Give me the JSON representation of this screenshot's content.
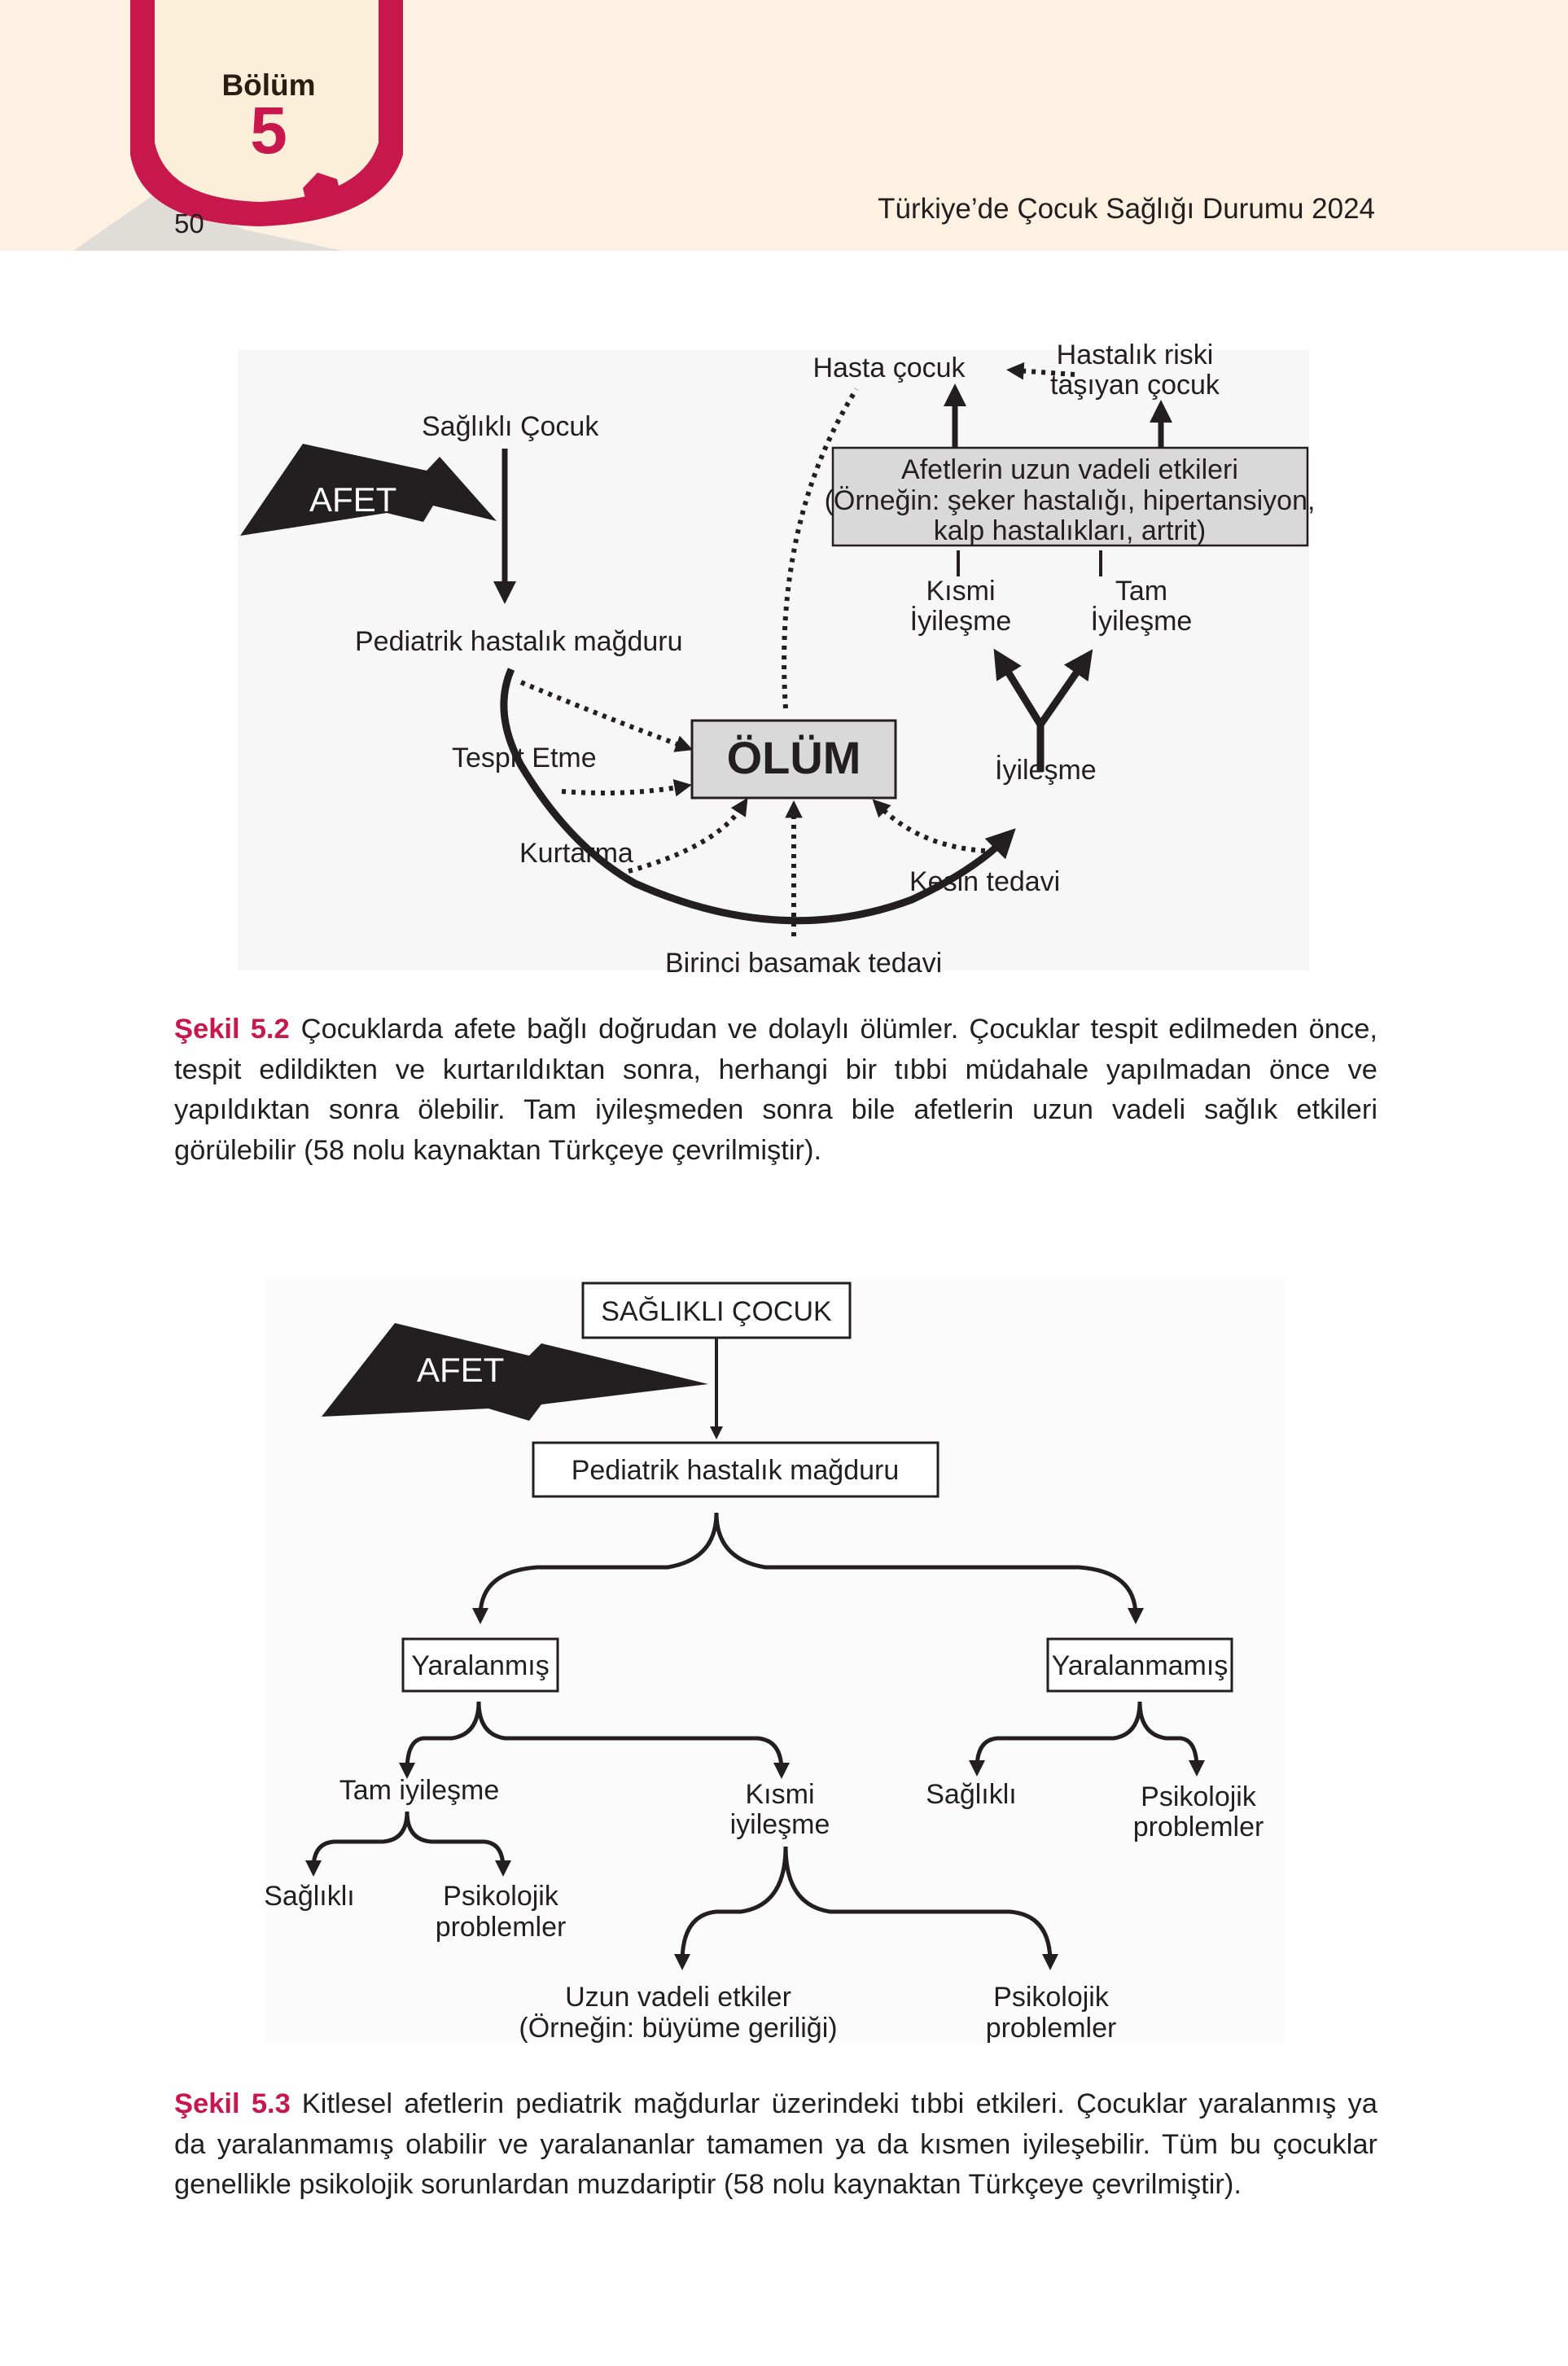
{
  "header": {
    "chapter_word": "Bölüm",
    "chapter_number": "5",
    "page_number": "50",
    "running_title": "Türkiye’de Çocuk Sağlığı Durumu 2024",
    "colors": {
      "accent": "#c8174c",
      "band": "#fdf2e2",
      "tab": "#fcefd9"
    }
  },
  "figure_5_2": {
    "afet": "AFET",
    "saglikli_cocuk": "Sağlıklı Çocuk",
    "pediatrik": "Pediatrik hastalık mağduru",
    "hasta_cocuk": "Hasta çocuk",
    "risk_line1": "Hastalık riski",
    "risk_line2": "taşıyan çocuk",
    "box_line1": "Afetlerin uzun vadeli etkileri",
    "box_line2": "(Örneğin: şeker hastalığı, hipertansiyon,",
    "box_line3": "kalp hastalıkları, artrit)",
    "kismi_line1": "Kısmi",
    "kismi_line2": "İyileşme",
    "tam_line1": "Tam",
    "tam_line2": "İyileşme",
    "olum": "ÖLÜM",
    "tespit": "Tespit Etme",
    "iyilesme": "İyileşme",
    "kurtarma": "Kurtarma",
    "kesin_tedavi": "Kesin tedavi",
    "birinci": "Birinci basamak tedavi"
  },
  "caption_5_2": {
    "label": "Şekil 5.2",
    "text": "Çocuklarda afete bağlı doğrudan ve dolaylı ölümler. Çocuklar tespit edilmeden önce, tespit edildikten ve kurtarıldıktan sonra, herhangi bir tıbbi müdahale yapılmadan önce ve yapıldıktan sonra ölebilir. Tam iyileşmeden sonra bile afetlerin uzun vadeli sağlık etkileri görülebilir (58 nolu kaynaktan Türkçeye çevrilmiştir)."
  },
  "figure_5_3": {
    "afet": "AFET",
    "saglikli_cocuk": "SAĞLIKLI ÇOCUK",
    "pediatrik": "Pediatrik hastalık mağduru",
    "yaralanmis": "Yaralanmış",
    "yaralanmamis": "Yaralanmamış",
    "tam_iyilesme": "Tam iyileşme",
    "kismi_line1": "Kısmi",
    "kismi_line2": "iyileşme",
    "saglikli_right": "Sağlıklı",
    "psiko_right_1": "Psikolojik",
    "psiko_right_2": "problemler",
    "saglikli_left": "Sağlıklı",
    "psiko_left_1": "Psikolojik",
    "psiko_left_2": "problemler",
    "uzun_line1": "Uzun vadeli etkiler",
    "uzun_line2": "(Örneğin: büyüme geriliği)",
    "psiko_bottom_1": "Psikolojik",
    "psiko_bottom_2": "problemler"
  },
  "caption_5_3": {
    "label": "Şekil 5.3",
    "text": "Kitlesel afetlerin pediatrik mağdurlar üzerindeki tıbbi etkileri. Çocuklar yaralanmış ya da yaralanmamış olabilir ve yaralananlar tamamen ya da kısmen iyileşebilir. Tüm bu çocuklar genellikle psikolojik sorunlardan muzdariptir (58 nolu kaynaktan Türkçeye çevrilmiştir)."
  }
}
